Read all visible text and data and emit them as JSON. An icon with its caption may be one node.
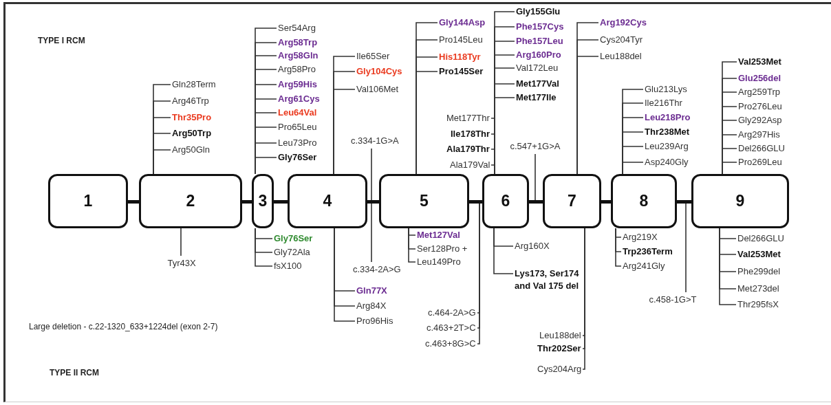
{
  "diagram": {
    "nodes": [
      {
        "text": [
          "1"
        ]
      },
      {
        "text": [
          "2"
        ]
      },
      {
        "text": [
          "3"
        ]
      },
      {
        "text": [
          "4"
        ]
      },
      {
        "text": [
          "5"
        ]
      },
      {
        "text": [
          "6"
        ]
      },
      {
        "text": [
          "7"
        ]
      },
      {
        "text": [
          "8"
        ]
      },
      {
        "text": [
          "9"
        ]
      },
      {
        "text": [
          "Gln28Term"
        ]
      },
      {
        "text": [
          "Arg46Trp"
        ]
      },
      {
        "text": [
          "Thr35Pro"
        ]
      },
      {
        "text": [
          "Arg50Trp"
        ]
      },
      {
        "text": [
          "Arg50Gln"
        ]
      },
      {
        "text": [
          "Ser54Arg"
        ]
      },
      {
        "text": [
          "Arg58Trp"
        ]
      },
      {
        "text": [
          "Arg58Gln"
        ]
      },
      {
        "text": [
          "Arg58Pro"
        ]
      },
      {
        "text": [
          "Arg59His"
        ]
      },
      {
        "text": [
          "Arg61Cys"
        ]
      },
      {
        "text": [
          "Leu64Val"
        ]
      },
      {
        "text": [
          "Pro65Leu"
        ]
      },
      {
        "text": [
          "Leu73Pro"
        ]
      },
      {
        "text": [
          "Gly76Ser"
        ]
      },
      {
        "text": [
          "Ile65Ser"
        ]
      },
      {
        "text": [
          "Gly104Cys"
        ]
      },
      {
        "text": [
          "Val106Met"
        ]
      },
      {
        "text": [
          "c.334-1G>A"
        ]
      },
      {
        "text": [
          "Gly144Asp"
        ]
      },
      {
        "text": [
          "Pro145Leu"
        ]
      },
      {
        "text": [
          "His118Tyr"
        ]
      },
      {
        "text": [
          "Pro145Ser"
        ]
      },
      {
        "text": [
          "Gly155Glu"
        ]
      },
      {
        "text": [
          "Phe157Cys"
        ]
      },
      {
        "text": [
          "Phe157Leu"
        ]
      },
      {
        "text": [
          "Arg160Pro"
        ]
      },
      {
        "text": [
          "Val172Leu"
        ]
      },
      {
        "text": [
          "Met177Val"
        ]
      },
      {
        "text": [
          "Met177Ile"
        ]
      },
      {
        "text": [
          "Met177Thr"
        ]
      },
      {
        "text": [
          "Ile178Thr"
        ]
      },
      {
        "text": [
          "Ala179Thr"
        ]
      },
      {
        "text": [
          "Ala179Val"
        ]
      },
      {
        "text": [
          "c.547+1G>A"
        ]
      },
      {
        "text": [
          "Arg192Cys"
        ]
      },
      {
        "text": [
          "Cys204Tyr"
        ]
      },
      {
        "text": [
          "Leu188del"
        ]
      },
      {
        "text": [
          "Glu213Lys"
        ]
      },
      {
        "text": [
          "Ile216Thr"
        ]
      },
      {
        "text": [
          "Leu218Pro"
        ]
      },
      {
        "text": [
          "Thr238Met"
        ]
      },
      {
        "text": [
          "Leu239Arg"
        ]
      },
      {
        "text": [
          "Asp240Gly"
        ]
      },
      {
        "text": [
          "Val253Met"
        ]
      },
      {
        "text": [
          "Glu256del"
        ]
      },
      {
        "text": [
          "Arg259Trp"
        ]
      },
      {
        "text": [
          "Pro276Leu"
        ]
      },
      {
        "text": [
          "Gly292Asp"
        ]
      },
      {
        "text": [
          "Arg297His"
        ]
      },
      {
        "text": [
          "Del266GLU"
        ]
      },
      {
        "text": [
          "Pro269Leu"
        ]
      },
      {
        "text": [
          "Tyr43X"
        ]
      },
      {
        "text": [
          "Gly76Ser"
        ]
      },
      {
        "text": [
          "Gly72Ala"
        ]
      },
      {
        "text": [
          "fsX100"
        ]
      },
      {
        "text": [
          "Gln77X"
        ]
      },
      {
        "text": [
          "Arg84X"
        ]
      },
      {
        "text": [
          "Pro96His"
        ]
      },
      {
        "text": [
          "c.334-2A>G"
        ]
      },
      {
        "text": [
          "Met127Val"
        ]
      },
      {
        "text": [
          "Ser128Pro +"
        ]
      },
      {
        "text": [
          "Leu149Pro"
        ]
      },
      {
        "text": [
          "c.464-2A>G"
        ]
      },
      {
        "text": [
          "c.463+2T>C"
        ]
      },
      {
        "text": [
          "c.463+8G>C"
        ]
      },
      {
        "text": [
          "Arg160X"
        ]
      },
      {
        "text": [
          "Lys173, Ser174 and Val 175 del"
        ]
      },
      {
        "text": [
          "Leu188del"
        ]
      },
      {
        "text": [
          "Thr202Ser"
        ]
      },
      {
        "text": [
          "Cys204Arg"
        ]
      },
      {
        "text": [
          "Arg219X"
        ]
      },
      {
        "text": [
          "Trp236Term"
        ]
      },
      {
        "text": [
          "Arg241Gly"
        ]
      },
      {
        "text": [
          "c.458-1G>T"
        ]
      },
      {
        "text": [
          "Del266GLU"
        ]
      },
      {
        "text": [
          "Val253Met"
        ]
      },
      {
        "text": [
          "Phe299del"
        ]
      },
      {
        "text": [
          "Met273del"
        ]
      },
      {
        "text": [
          "Thr295fsX"
        ]
      },
      {
        "text": [],
        "shape": "bar"
      },
      {
        "text": [],
        "shape": "bar"
      },
      {
        "text": [],
        "shape": "bar"
      },
      {
        "text": [],
        "shape": "bar"
      },
      {
        "text": [],
        "shape": "bar"
      },
      {
        "text": [],
        "shape": "bar"
      },
      {
        "text": [],
        "shape": "bar"
      },
      {
        "text": [],
        "shape": "bar"
      }
    ],
    "edges": [
      {
        "from": 9,
        "to": 1,
        "arrow": "none"
      },
      {
        "from": 10,
        "to": 1,
        "arrow": "none"
      },
      {
        "from": 11,
        "to": 1,
        "arrow": "none"
      },
      {
        "from": 12,
        "to": 1,
        "arrow": "none"
      },
      {
        "from": 13,
        "to": 1,
        "arrow": "none"
      },
      {
        "from": 14,
        "to": 2,
        "arrow": "none"
      },
      {
        "from": 15,
        "to": 2,
        "arrow": "none"
      },
      {
        "from": 16,
        "to": 2,
        "arrow": "none"
      },
      {
        "from": 17,
        "to": 2,
        "arrow": "none"
      },
      {
        "from": 18,
        "to": 2,
        "arrow": "none"
      },
      {
        "from": 19,
        "to": 2,
        "arrow": "none"
      },
      {
        "from": 20,
        "to": 2,
        "arrow": "none"
      },
      {
        "from": 21,
        "to": 2,
        "arrow": "none"
      },
      {
        "from": 22,
        "to": 2,
        "arrow": "none"
      },
      {
        "from": 23,
        "to": 2,
        "arrow": "none"
      },
      {
        "from": 24,
        "to": 3,
        "arrow": "none"
      },
      {
        "from": 25,
        "to": 3,
        "arrow": "none"
      },
      {
        "from": 26,
        "to": 3,
        "arrow": "none"
      },
      {
        "from": 27,
        "to": 92,
        "arrow": "none"
      },
      {
        "from": 28,
        "to": 4,
        "arrow": "none"
      },
      {
        "from": 29,
        "to": 4,
        "arrow": "none"
      },
      {
        "from": 30,
        "to": 4,
        "arrow": "none"
      },
      {
        "from": 31,
        "to": 4,
        "arrow": "none"
      },
      {
        "from": 32,
        "to": 5,
        "arrow": "none"
      },
      {
        "from": 33,
        "to": 5,
        "arrow": "none"
      },
      {
        "from": 34,
        "to": 5,
        "arrow": "none"
      },
      {
        "from": 35,
        "to": 5,
        "arrow": "none"
      },
      {
        "from": 36,
        "to": 5,
        "arrow": "none"
      },
      {
        "from": 37,
        "to": 5,
        "arrow": "none"
      },
      {
        "from": 38,
        "to": 5,
        "arrow": "none"
      },
      {
        "from": 39,
        "to": 5,
        "arrow": "none"
      },
      {
        "from": 40,
        "to": 5,
        "arrow": "none"
      },
      {
        "from": 41,
        "to": 5,
        "arrow": "none"
      },
      {
        "from": 42,
        "to": 5,
        "arrow": "none"
      },
      {
        "from": 43,
        "to": 94,
        "arrow": "none"
      },
      {
        "from": 44,
        "to": 6,
        "arrow": "none"
      },
      {
        "from": 45,
        "to": 6,
        "arrow": "none"
      },
      {
        "from": 46,
        "to": 6,
        "arrow": "none"
      },
      {
        "from": 47,
        "to": 7,
        "arrow": "none"
      },
      {
        "from": 48,
        "to": 7,
        "arrow": "none"
      },
      {
        "from": 49,
        "to": 7,
        "arrow": "none"
      },
      {
        "from": 50,
        "to": 7,
        "arrow": "none"
      },
      {
        "from": 51,
        "to": 7,
        "arrow": "none"
      },
      {
        "from": 52,
        "to": 7,
        "arrow": "none"
      },
      {
        "from": 53,
        "to": 8,
        "arrow": "none"
      },
      {
        "from": 54,
        "to": 8,
        "arrow": "none"
      },
      {
        "from": 55,
        "to": 8,
        "arrow": "none"
      },
      {
        "from": 56,
        "to": 8,
        "arrow": "none"
      },
      {
        "from": 57,
        "to": 8,
        "arrow": "none"
      },
      {
        "from": 58,
        "to": 8,
        "arrow": "none"
      },
      {
        "from": 59,
        "to": 8,
        "arrow": "none"
      },
      {
        "from": 60,
        "to": 8,
        "arrow": "none"
      },
      {
        "from": 61,
        "to": 1,
        "arrow": "none"
      },
      {
        "from": 62,
        "to": 2,
        "arrow": "none"
      },
      {
        "from": 63,
        "to": 2,
        "arrow": "none"
      },
      {
        "from": 64,
        "to": 2,
        "arrow": "none"
      },
      {
        "from": 65,
        "to": 3,
        "arrow": "none"
      },
      {
        "from": 66,
        "to": 3,
        "arrow": "none"
      },
      {
        "from": 67,
        "to": 3,
        "arrow": "none"
      },
      {
        "from": 68,
        "to": 92,
        "arrow": "none"
      },
      {
        "from": 69,
        "to": 4,
        "arrow": "none"
      },
      {
        "from": 70,
        "to": 4,
        "arrow": "none"
      },
      {
        "from": 71,
        "to": 4,
        "arrow": "none"
      },
      {
        "from": 72,
        "to": 93,
        "arrow": "none"
      },
      {
        "from": 73,
        "to": 93,
        "arrow": "none"
      },
      {
        "from": 74,
        "to": 93,
        "arrow": "none"
      },
      {
        "from": 75,
        "to": 5,
        "arrow": "none"
      },
      {
        "from": 76,
        "to": 5,
        "arrow": "none"
      },
      {
        "from": 77,
        "to": 6,
        "arrow": "none"
      },
      {
        "from": 78,
        "to": 6,
        "arrow": "none"
      },
      {
        "from": 79,
        "to": 6,
        "arrow": "none"
      },
      {
        "from": 80,
        "to": 7,
        "arrow": "none"
      },
      {
        "from": 81,
        "to": 7,
        "arrow": "none"
      },
      {
        "from": 82,
        "to": 7,
        "arrow": "none"
      },
      {
        "from": 83,
        "to": 96,
        "arrow": "none"
      },
      {
        "from": 84,
        "to": 8,
        "arrow": "none"
      },
      {
        "from": 85,
        "to": 8,
        "arrow": "none"
      },
      {
        "from": 86,
        "to": 8,
        "arrow": "none"
      },
      {
        "from": 87,
        "to": 8,
        "arrow": "none"
      },
      {
        "from": 88,
        "to": 8,
        "arrow": "none"
      }
    ],
    "labels": [
      "TYPE I RCM",
      "Large deletion - c.22-1320_633+1224del (exon 2-7)",
      "TYPE II RCM"
    ]
  }
}
